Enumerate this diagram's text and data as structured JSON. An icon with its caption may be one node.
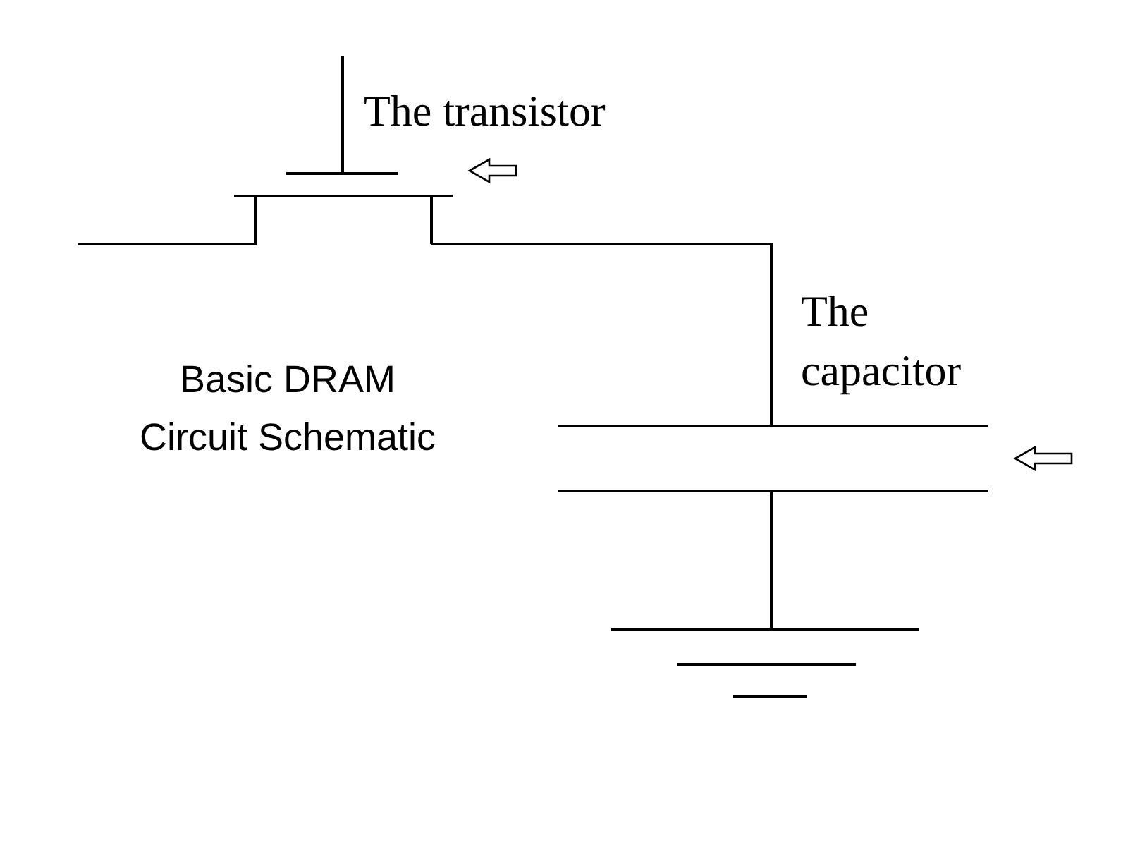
{
  "diagram": {
    "title": "Basic DRAM Circuit Schematic",
    "nodes": [
      {
        "text": [],
        "shape": "picture",
        "beside": [
          "The transistor"
        ]
      },
      {
        "text": [],
        "shape": "picture",
        "beside": [
          "The capacitor"
        ]
      },
      {
        "text": [],
        "shape": "picture"
      }
    ],
    "edges": [
      {
        "from": 0,
        "to": 1,
        "arrow": "none"
      },
      {
        "from": 1,
        "to": 2,
        "arrow": "none"
      },
      {
        "from": null,
        "to": 0,
        "arrow": "to"
      },
      {
        "from": null,
        "to": 1,
        "arrow": "to"
      }
    ]
  }
}
